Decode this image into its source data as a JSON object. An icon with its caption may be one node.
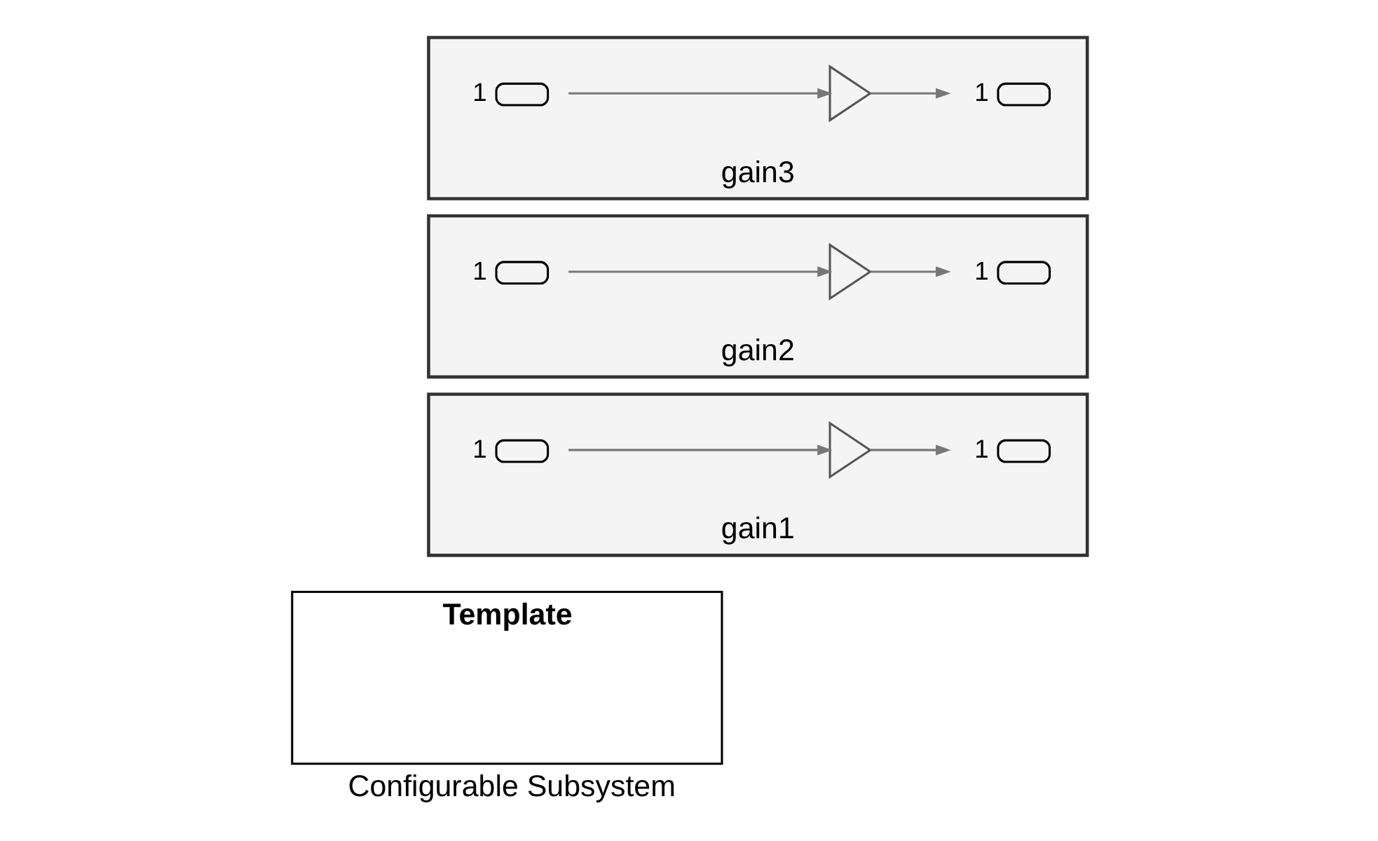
{
  "diagram": {
    "nodes": [
      {
        "text": [
          "Template"
        ],
        "beside": [
          "Configurable Subsystem"
        ]
      },
      {
        "text": [
          "gain1"
        ]
      },
      {
        "text": [
          "1"
        ],
        "in": 1
      },
      {
        "text": [],
        "shape": "triangle",
        "in": 1
      },
      {
        "text": [
          "1"
        ],
        "in": 1
      },
      {
        "text": [
          "gain2"
        ]
      },
      {
        "text": [
          "1"
        ],
        "in": 5
      },
      {
        "text": [],
        "shape": "triangle",
        "in": 5
      },
      {
        "text": [
          "1"
        ],
        "in": 5
      },
      {
        "text": [
          "gain3"
        ]
      },
      {
        "text": [
          "1"
        ],
        "in": 9
      },
      {
        "text": [],
        "shape": "triangle",
        "in": 9
      },
      {
        "text": [
          "1"
        ],
        "in": 9
      }
    ],
    "edges": [
      {
        "from": 2,
        "to": 3,
        "arrow": "to"
      },
      {
        "from": 3,
        "to": 4,
        "arrow": "to"
      },
      {
        "from": 6,
        "to": 7,
        "arrow": "to"
      },
      {
        "from": 7,
        "to": 8,
        "arrow": "to"
      },
      {
        "from": 10,
        "to": 11,
        "arrow": "to"
      },
      {
        "from": 11,
        "to": 12,
        "arrow": "to"
      }
    ]
  }
}
